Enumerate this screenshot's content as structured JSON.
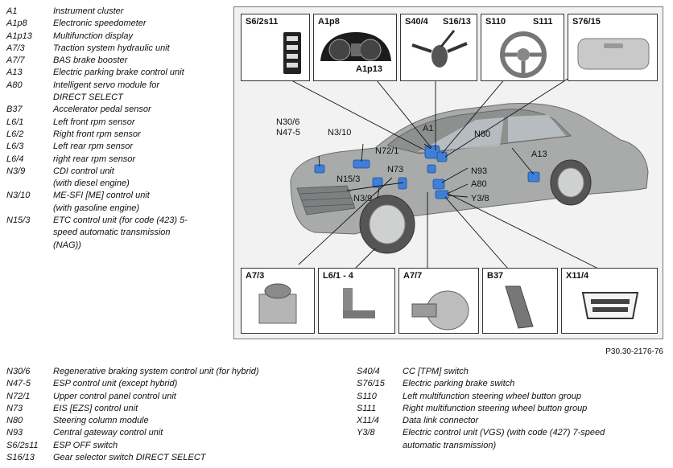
{
  "legend_left": [
    {
      "code": "A1",
      "desc": "Instrument cluster"
    },
    {
      "code": "A1p8",
      "desc": "Electronic speedometer"
    },
    {
      "code": "A1p13",
      "desc": "Multifunction display"
    },
    {
      "code": "A7/3",
      "desc": "Traction system hydraulic unit"
    },
    {
      "code": "A7/7",
      "desc": "BAS brake booster"
    },
    {
      "code": "A13",
      "desc": "Electric parking brake control unit"
    },
    {
      "code": "A80",
      "desc": "Intelligent servo module for"
    },
    {
      "code": "",
      "desc": "DIRECT SELECT"
    },
    {
      "code": "B37",
      "desc": "Accelerator pedal sensor"
    },
    {
      "code": "L6/1",
      "desc": "Left front rpm sensor"
    },
    {
      "code": "L6/2",
      "desc": "Right front rpm sensor"
    },
    {
      "code": "L6/3",
      "desc": "Left rear rpm sensor"
    },
    {
      "code": "L6/4",
      "desc": "right rear rpm sensor"
    },
    {
      "code": "N3/9",
      "desc": "CDI control unit"
    },
    {
      "code": "",
      "desc": "(with diesel engine)"
    },
    {
      "code": "N3/10",
      "desc": "ME-SFI [ME] control unit"
    },
    {
      "code": "",
      "desc": "(with gasoline engine)"
    },
    {
      "code": "N15/3",
      "desc": "ETC control unit (for code (423) 5-"
    },
    {
      "code": "",
      "desc": "speed automatic transmission"
    },
    {
      "code": "",
      "desc": "(NAG))"
    }
  ],
  "legend_bottom_left": [
    {
      "code": "N30/6",
      "desc": "Regenerative braking system control unit (for hybrid)"
    },
    {
      "code": "N47-5",
      "desc": "ESP control unit (except hybrid)"
    },
    {
      "code": "N72/1",
      "desc": "Upper control panel control unit"
    },
    {
      "code": "N73",
      "desc": "EIS [EZS] control unit"
    },
    {
      "code": "N80",
      "desc": "Steering column module"
    },
    {
      "code": "N93",
      "desc": "Central gateway control unit"
    },
    {
      "code": "S6/2s11",
      "desc": "ESP OFF switch"
    },
    {
      "code": "S16/13",
      "desc": "Gear selector switch DIRECT SELECT"
    }
  ],
  "legend_bottom_right": [
    {
      "code": "S40/4",
      "desc": "CC [TPM] switch"
    },
    {
      "code": "S76/15",
      "desc": "Electric parking brake switch"
    },
    {
      "code": "S110",
      "desc": "Left multifunction steering wheel button group"
    },
    {
      "code": "S111",
      "desc": "Right multifunction steering wheel button group"
    },
    {
      "code": "X11/4",
      "desc": "Data link connector"
    },
    {
      "code": "Y3/8",
      "desc": "Electric control unit (VGS) (with code (427) 7-speed"
    },
    {
      "code": "",
      "desc": "automatic transmission)"
    }
  ],
  "diagram": {
    "top_boxes": {
      "s6": "S6/2s11",
      "a1p8": "A1p8",
      "a1p13": "A1p13",
      "s40": "S40/4",
      "s16": "S16/13",
      "s110": "S110",
      "s111": "S111",
      "s76": "S76/15"
    },
    "bottom_boxes": {
      "a73": "A7/3",
      "l6": "L6/1 - 4",
      "a77": "A7/7",
      "b37": "B37",
      "x114": "X11/4"
    },
    "callouts": {
      "n306": "N30/6",
      "n475": "N47-5",
      "n310": "N3/10",
      "a1": "A1",
      "n80": "N80",
      "n721": "N72/1",
      "a13": "A13",
      "n73": "N73",
      "n93": "N93",
      "n153": "N15/3",
      "a80": "A80",
      "n39": "N3/9",
      "y38": "Y3/8"
    }
  },
  "reference_code": "P30.30-2176-76",
  "colors": {
    "car_body": "#a9abab",
    "module_highlight": "#3f7fd6",
    "frame_border": "#777777"
  }
}
